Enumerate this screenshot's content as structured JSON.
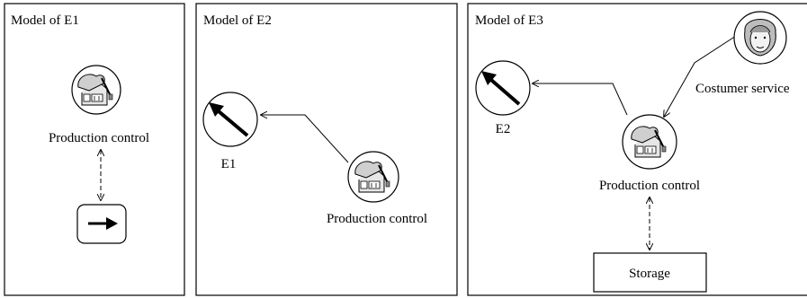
{
  "panels": [
    {
      "title": "Model of E1",
      "nodes": {
        "production": {
          "label": "Production control",
          "icon": "factory-icon"
        },
        "component": {
          "icon": "right-arrow-icon"
        }
      }
    },
    {
      "title": "Model of E2",
      "nodes": {
        "e1": {
          "label": "E1",
          "icon": "arrow-icon"
        },
        "production": {
          "label": "Production control",
          "icon": "factory-icon"
        }
      }
    },
    {
      "title": "Model of E3",
      "nodes": {
        "e2": {
          "label": "E2",
          "icon": "arrow-icon"
        },
        "customer": {
          "label": "Costumer service",
          "icon": "person-icon"
        },
        "production": {
          "label": "Production control",
          "icon": "factory-icon"
        },
        "storage": {
          "label": "Storage"
        }
      }
    }
  ]
}
